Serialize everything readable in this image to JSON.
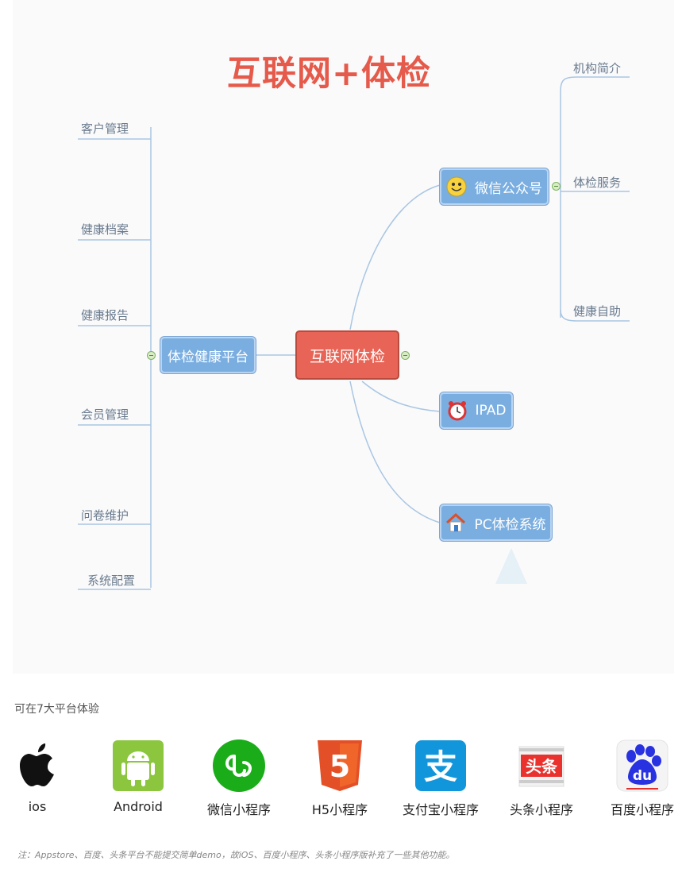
{
  "diagram": {
    "title": "互联网+体检",
    "center": "互联网体检",
    "left_hub": "体检健康平台",
    "left_items": [
      "客户管理",
      "健康档案",
      "健康报告",
      "会员管理",
      "问卷维护",
      "系统配置"
    ],
    "wechat": "微信公众号",
    "wechat_items": [
      "机构简介",
      "体检服务",
      "健康自助"
    ],
    "ipad": "IPAD",
    "pc": "PC体检系统"
  },
  "platforms": {
    "caption": "可在7大平台体验",
    "items": [
      "ios",
      "Android",
      "微信小程序",
      "H5小程序",
      "支付宝小程序",
      "头条小程序",
      "百度小程序"
    ],
    "h5_badge": "5",
    "alipay_glyph": "支",
    "toutiao_badge": "头条",
    "baidu_badge": "du"
  },
  "note": "注：Appstore、百度、头条平台不能提交简单demo，故iOS、百度小程序、头条小程序版补充了一些其他功能。"
}
